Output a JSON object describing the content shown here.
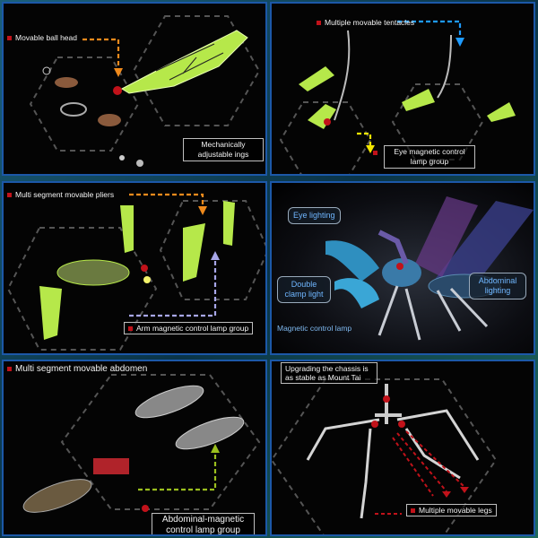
{
  "panels": {
    "p1": {
      "label_ball": "Movable ball head",
      "label_wings": "Mechanically adjustable ings"
    },
    "p2": {
      "label_tentacles": "Multiple movable tentacles",
      "label_eye": "Eye magnetic control lamp group"
    },
    "p3": {
      "label_pliers": "Multi segment movable pliers",
      "label_arm": "Arm magnetic control lamp group"
    },
    "p4": {
      "eye_lighting": "Eye lighting",
      "double_clamp": "Double clamp light",
      "abdominal": "Abdominal lighting",
      "magnetic": "Magnetic control lamp"
    },
    "p5": {
      "label_abdomen": "Multi segment movable abdomen",
      "label_abd_lamp": "Abdominal-magnetic control lamp group"
    },
    "p6": {
      "label_chassis": "Upgrading the chassis is as stable as Mount Tai",
      "label_legs": "Multiple movable legs"
    }
  },
  "colors": {
    "accent_red": "#c1121a",
    "orange_arrow": "#f08a1c",
    "blue_arrow": "#1e9bff",
    "yellow_arrow": "#f3e600",
    "lavender_arrow": "#a7a6e8",
    "olive_arrow": "#9bbf1e",
    "part_green": "#b6e84a",
    "panel_border": "#1c58a8"
  }
}
